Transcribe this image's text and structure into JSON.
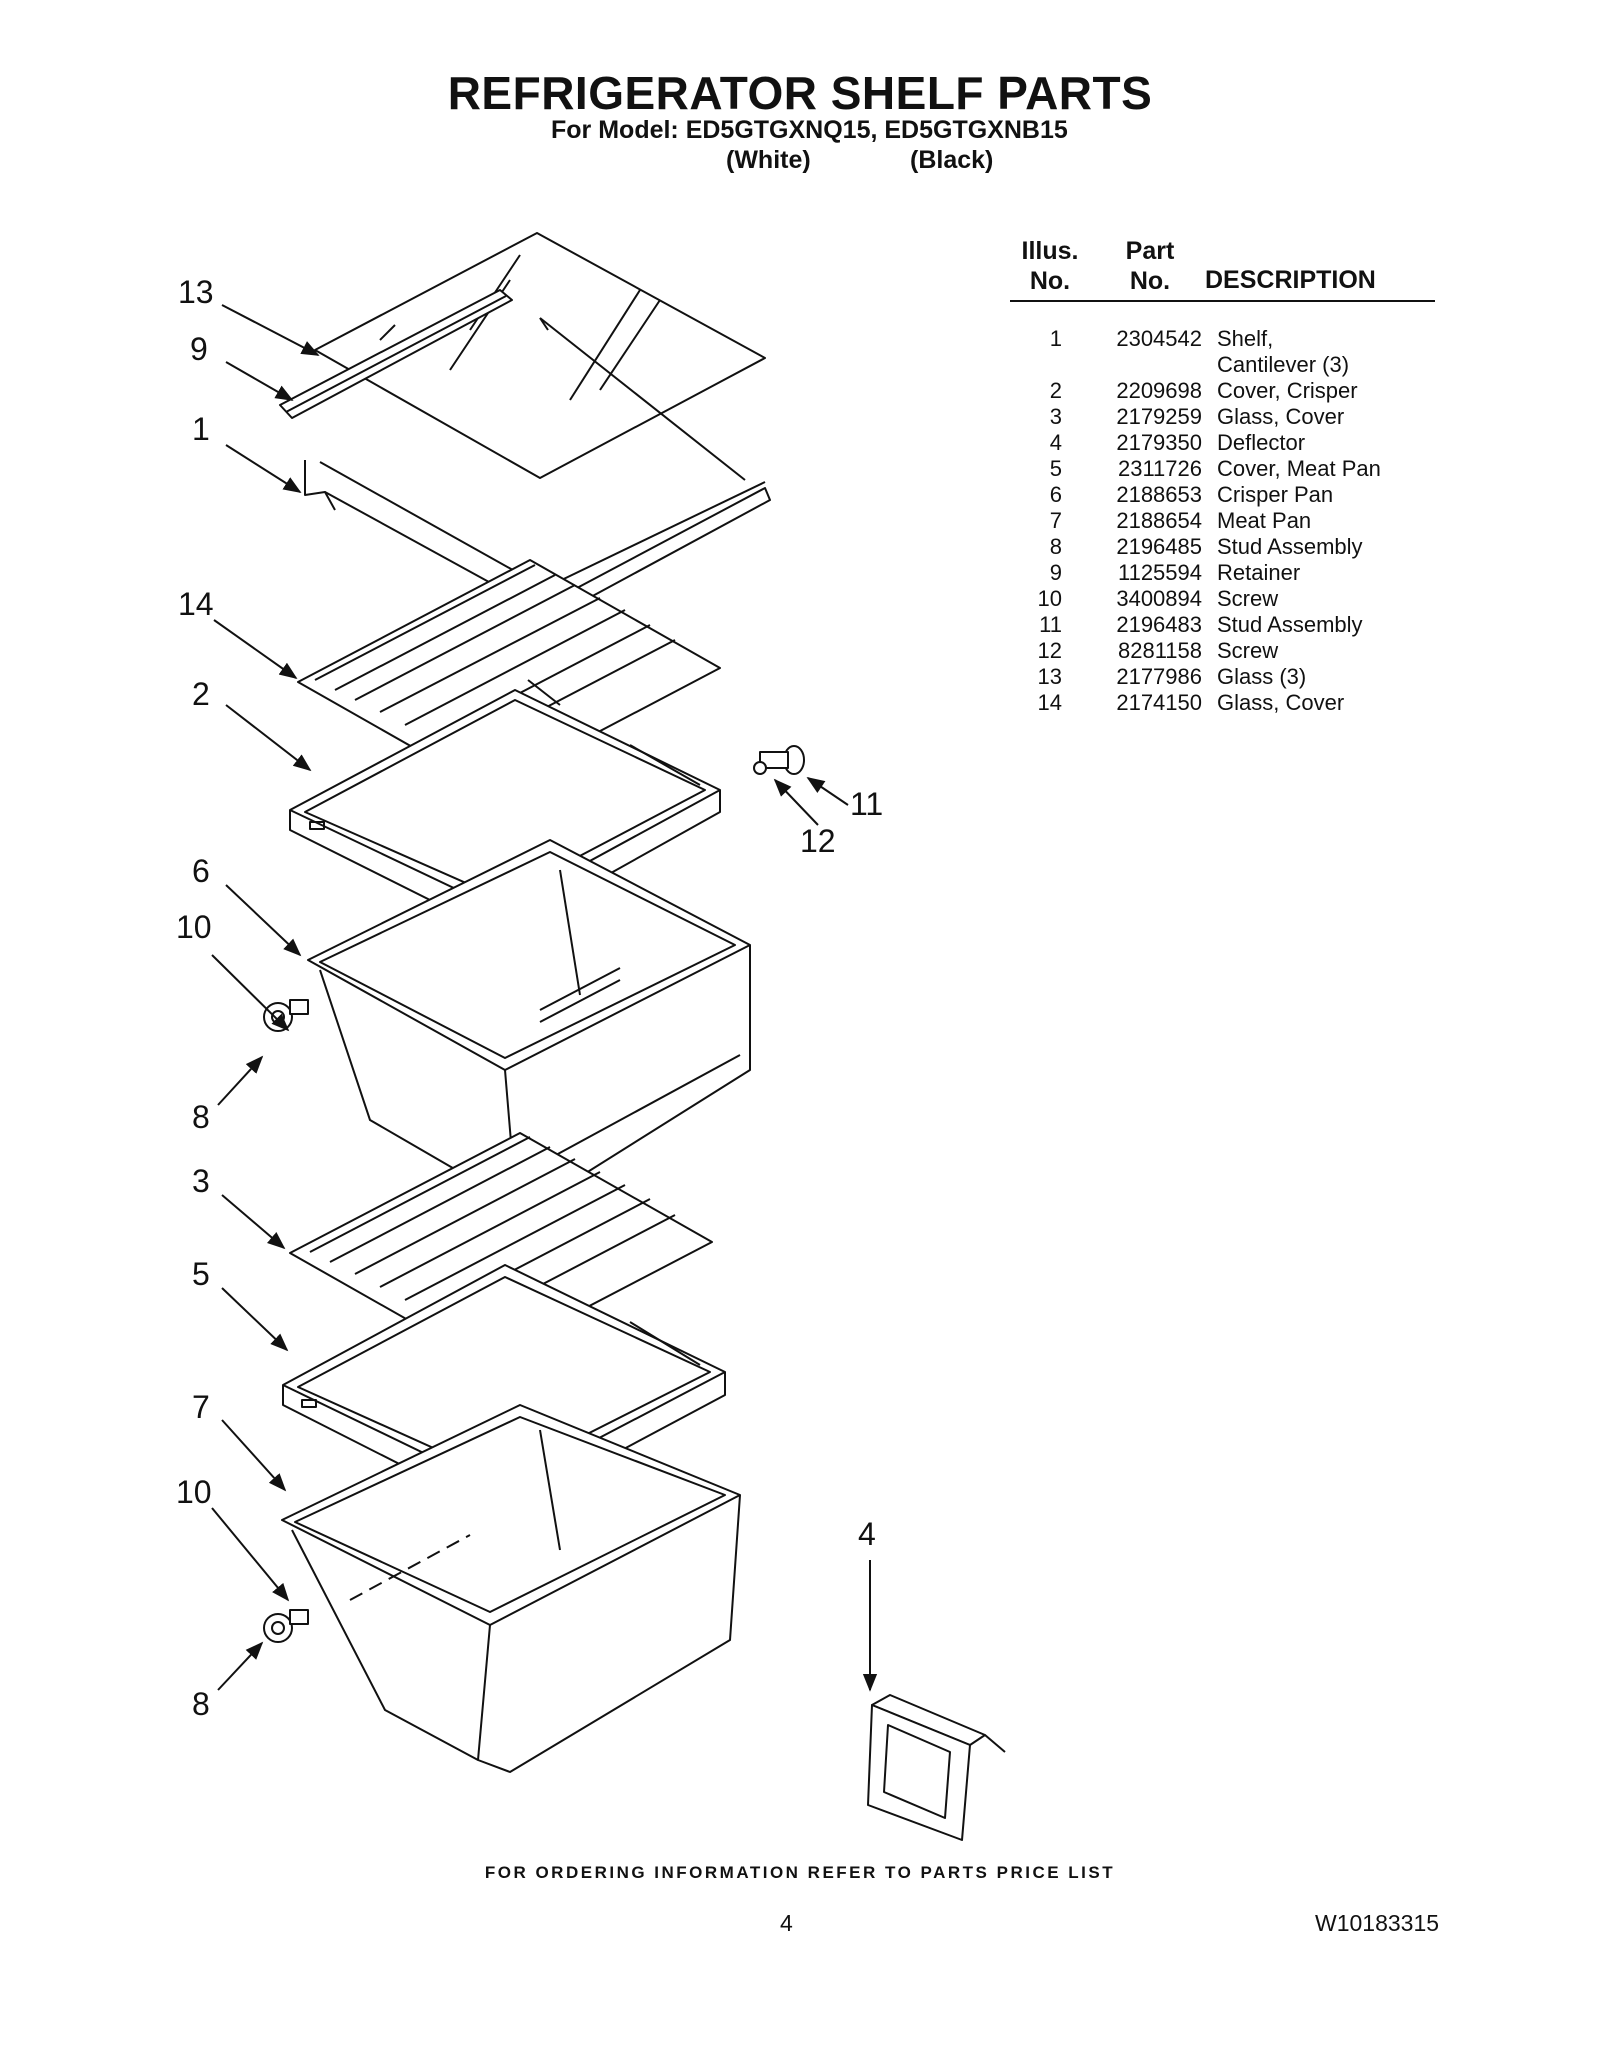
{
  "header": {
    "title": "REFRIGERATOR SHELF PARTS",
    "model_line": "For Model: ED5GTGXNQ15, ED5GTGXNB15",
    "color_white": "(White)",
    "color_black": "(Black)"
  },
  "parts_table": {
    "col_illus_line1": "Illus.",
    "col_illus_line2": "No.",
    "col_part_line1": "Part",
    "col_part_line2": "No.",
    "col_description": "DESCRIPTION",
    "rows": [
      {
        "illus": "1",
        "part": "2304542",
        "desc": "Shelf,"
      },
      {
        "illus": "",
        "part": "",
        "desc": "Cantilever (3)"
      },
      {
        "illus": "2",
        "part": "2209698",
        "desc": "Cover, Crisper"
      },
      {
        "illus": "3",
        "part": "2179259",
        "desc": "Glass, Cover"
      },
      {
        "illus": "4",
        "part": "2179350",
        "desc": "Deflector"
      },
      {
        "illus": "5",
        "part": "2311726",
        "desc": "Cover, Meat Pan"
      },
      {
        "illus": "6",
        "part": "2188653",
        "desc": "Crisper Pan"
      },
      {
        "illus": "7",
        "part": "2188654",
        "desc": "Meat Pan"
      },
      {
        "illus": "8",
        "part": "2196485",
        "desc": "Stud Assembly"
      },
      {
        "illus": "9",
        "part": "1125594",
        "desc": "Retainer"
      },
      {
        "illus": "10",
        "part": "3400894",
        "desc": "Screw"
      },
      {
        "illus": "11",
        "part": "2196483",
        "desc": "Stud Assembly"
      },
      {
        "illus": "12",
        "part": "8281158",
        "desc": "Screw"
      },
      {
        "illus": "13",
        "part": "2177986",
        "desc": "Glass (3)"
      },
      {
        "illus": "14",
        "part": "2174150",
        "desc": "Glass, Cover"
      }
    ]
  },
  "callouts": {
    "c13": "13",
    "c9": "9",
    "c1": "1",
    "c14": "14",
    "c2": "2",
    "c11": "11",
    "c12": "12",
    "c6": "6",
    "c10a": "10",
    "c8a": "8",
    "c3": "3",
    "c5": "5",
    "c7": "7",
    "c10b": "10",
    "c8b": "8",
    "c4": "4"
  },
  "footer": {
    "ordering_note": "FOR ORDERING INFORMATION REFER TO PARTS PRICE LIST",
    "page_number": "4",
    "document_number": "W10183315"
  }
}
